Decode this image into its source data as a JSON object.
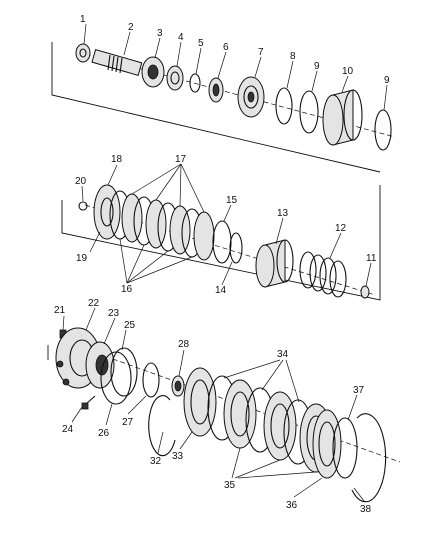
{
  "callouts": [
    "1",
    "2",
    "3",
    "4",
    "5",
    "6",
    "7",
    "8",
    "9",
    "10",
    "11",
    "12",
    "13",
    "14",
    "15",
    "16",
    "17",
    "18",
    "19",
    "20",
    "21",
    "22",
    "23",
    "24",
    "25",
    "26",
    "27",
    "28",
    "32",
    "33",
    "34",
    "35",
    "36",
    "37",
    "38"
  ]
}
